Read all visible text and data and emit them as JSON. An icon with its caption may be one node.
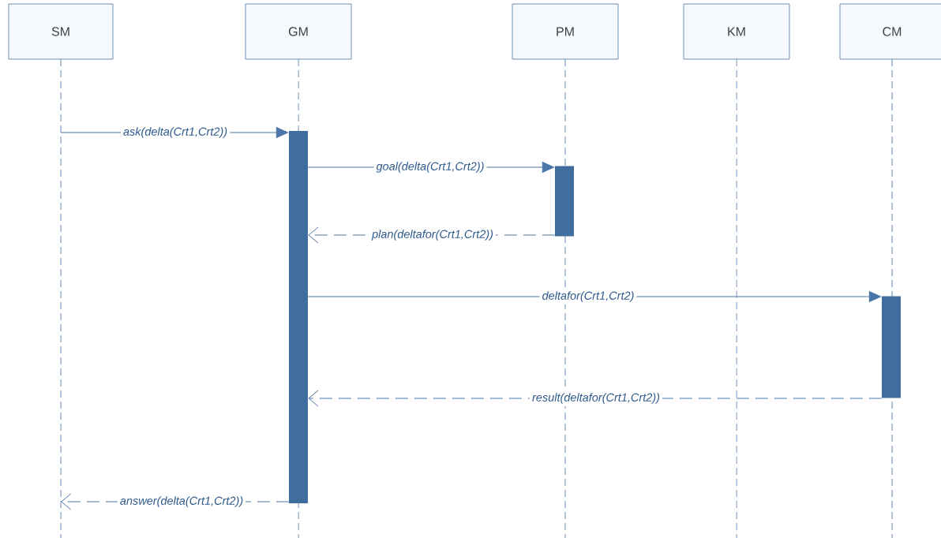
{
  "diagram": {
    "nodes": [
      {
        "text": [
          "SM"
        ]
      },
      {
        "text": [
          "GM"
        ]
      },
      {
        "text": [
          "PM"
        ]
      },
      {
        "text": [
          "KM"
        ]
      },
      {
        "text": [
          "CM"
        ]
      },
      {
        "text": [],
        "shape": "bar"
      },
      {
        "text": [],
        "shape": "bar"
      },
      {
        "text": [],
        "shape": "bar"
      }
    ],
    "edges": [
      {
        "from": null,
        "to": 5,
        "arrow": "to",
        "label": "ask(delta(Crt1,Crt2))"
      },
      {
        "from": 5,
        "to": 6,
        "arrow": "to",
        "label": "goal(delta(Crt1,Crt2))"
      },
      {
        "from": 6,
        "to": 5,
        "arrow": "to",
        "label": "plan(deltafor(Crt1,Crt2))",
        "style": "dashed"
      },
      {
        "from": 5,
        "to": 7,
        "arrow": "to",
        "label": "deltafor(Crt1,Crt2)"
      },
      {
        "from": 7,
        "to": 5,
        "arrow": "to",
        "label": "result(deltafor(Crt1,Crt2))",
        "style": "dashed"
      },
      {
        "from": 5,
        "to": null,
        "arrow": "to",
        "label": "answer(delta(Crt1,Crt2))",
        "style": "dashed"
      }
    ]
  }
}
